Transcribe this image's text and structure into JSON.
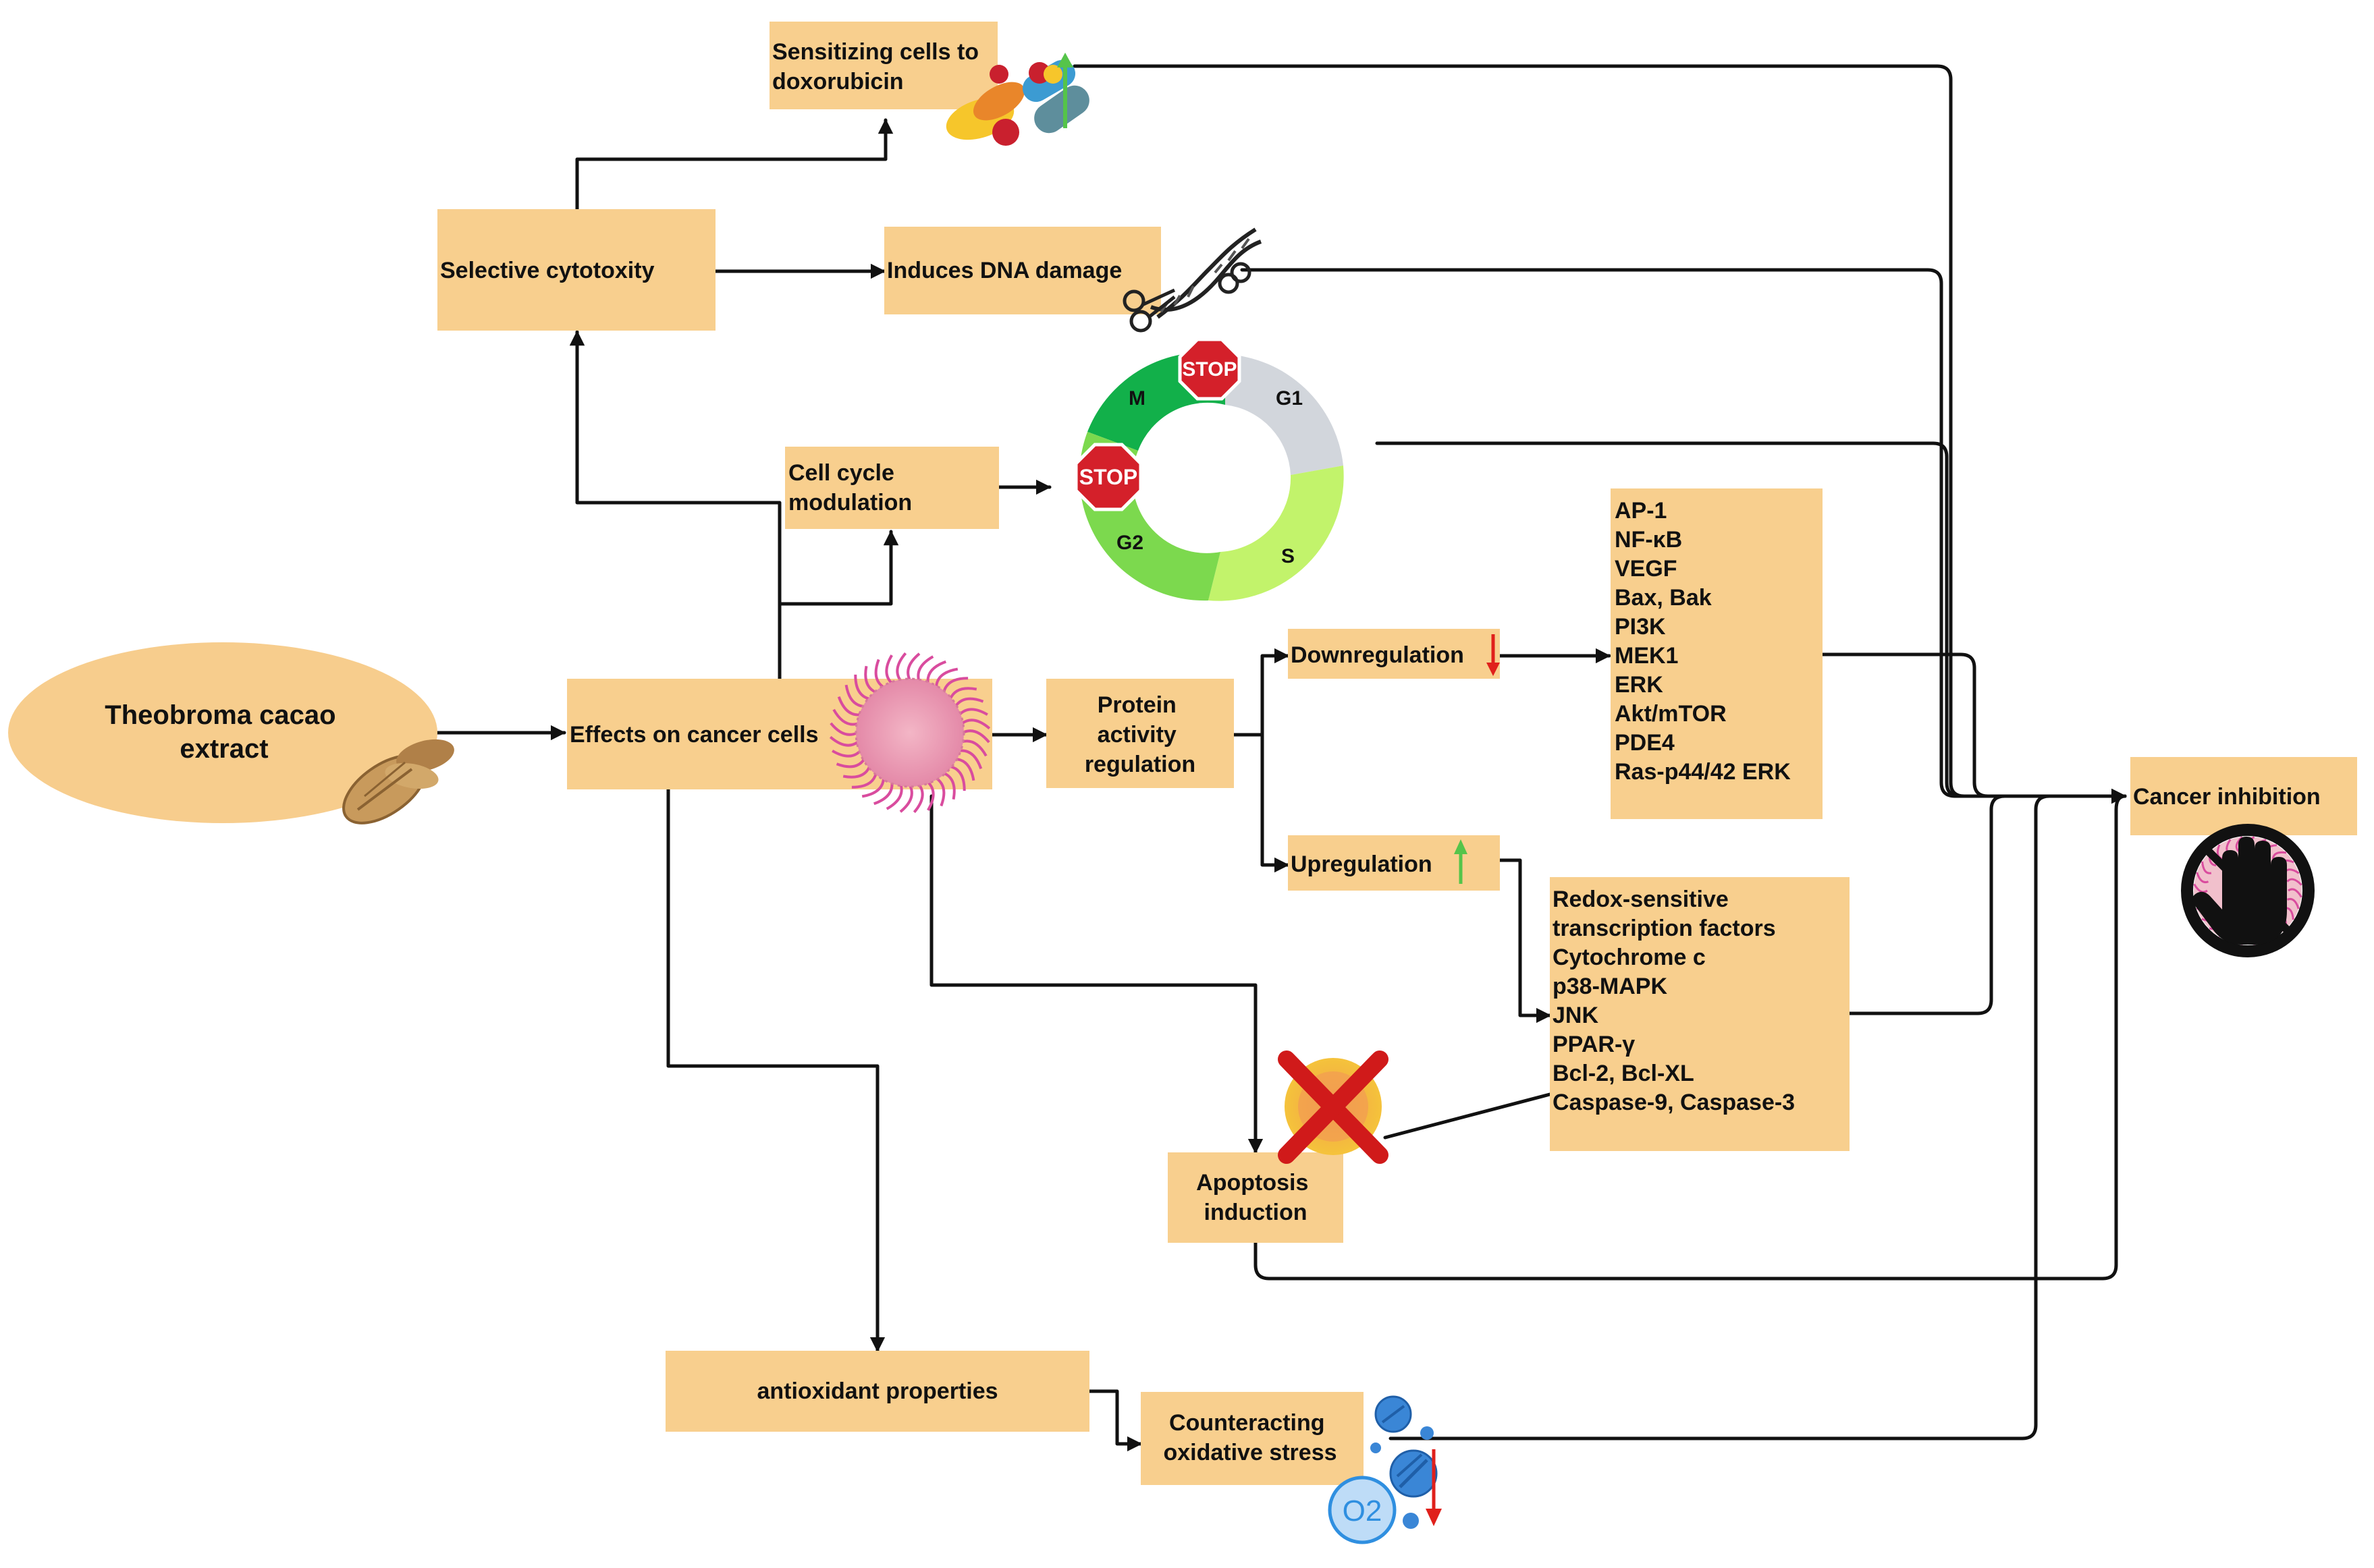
{
  "nodes": {
    "source": {
      "lines": [
        "Theobroma cacao",
        "extract"
      ]
    },
    "effects": {
      "lines": [
        "Effects on cancer cells"
      ]
    },
    "selective": {
      "lines": [
        "Selective cytotoxity"
      ]
    },
    "sensitizing": {
      "lines": [
        "Sensitizing cells to",
        "doxorubicin"
      ]
    },
    "dna": {
      "lines": [
        "Induces DNA damage"
      ]
    },
    "cellcycle": {
      "lines": [
        "Cell cycle",
        "modulation"
      ]
    },
    "protein": {
      "lines": [
        "Protein",
        "activity",
        "regulation"
      ]
    },
    "down": {
      "lines": [
        "Downregulation"
      ]
    },
    "up": {
      "lines": [
        "Upregulation"
      ]
    },
    "downlist": {
      "lines": [
        "AP-1",
        "NF-κB",
        "VEGF",
        "Bax, Bak",
        "PI3K",
        "MEK1",
        "ERK",
        "Akt/mTOR",
        "PDE4",
        "Ras-p44/42 ERK"
      ]
    },
    "uplist": {
      "lines": [
        "Redox-sensitive",
        "transcription factors",
        "Cytochrome c",
        "p38-MAPK",
        "JNK",
        "PPAR-γ",
        "Bcl-2, Bcl-XL",
        "Caspase-9, Caspase-3"
      ]
    },
    "apoptosis": {
      "lines": [
        "Apoptosis",
        "induction"
      ]
    },
    "antioxidant": {
      "lines": [
        "antioxidant properties"
      ]
    },
    "oxidative": {
      "lines": [
        "Counteracting",
        "oxidative stress"
      ]
    },
    "cancer": {
      "lines": [
        "Cancer inhibition"
      ]
    }
  },
  "cell_cycle_phases": [
    "M",
    "G1",
    "S",
    "G2"
  ],
  "stop_sign_text": "STOP",
  "oxygen_label": "O2",
  "icons": [
    "pills-icon",
    "dna-scissors-icon",
    "cancer-cell-icon",
    "cacao-pod-icon",
    "stop-hand-icon",
    "apoptotic-cell-x-icon",
    "oxygen-bubbles-icon"
  ],
  "colors": {
    "box": "#F8CF8E",
    "source_fill": "#F7CD8D",
    "up_arrow": "#55C44A",
    "down_arrow": "#E0201B",
    "cycle_m": "#12B04A",
    "cycle_g1": "#D2D6DC",
    "cycle_s": "#C2F36B",
    "cycle_g2": "#7CD94E",
    "stop": "#D4202A",
    "cancer_cell": "#E8A1B9",
    "oxygen": "#2F8FE0"
  }
}
